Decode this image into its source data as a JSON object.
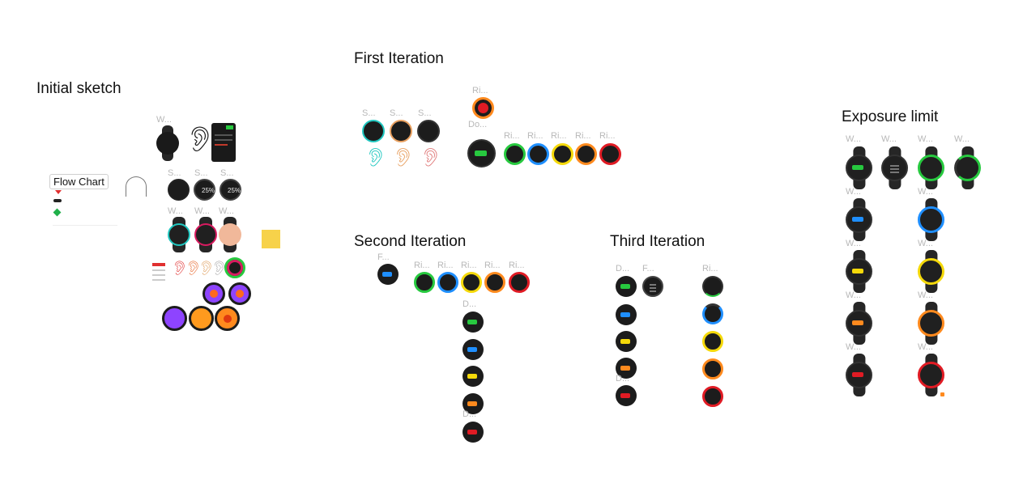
{
  "sections": {
    "initial_sketch": "Initial sketch",
    "first_iteration": "First Iteration",
    "second_iteration": "Second Iteration",
    "third_iteration": "Third Iteration",
    "exposure_limit": "Exposure limit"
  },
  "frame_labels": {
    "w": "W...",
    "s": "S...",
    "ri": "Ri...",
    "do": "Do...",
    "d": "D...",
    "f": "F..."
  },
  "flow_chart_label": "Flow Chart",
  "percent_label": "25%",
  "colors": {
    "green": "#27c93f",
    "blue": "#1f8fff",
    "yellow": "#f5d90a",
    "orange": "#ff8a1e",
    "red": "#e01b24",
    "teal": "#20c7c0",
    "purple": "#8e44ff",
    "sticky": "#f7d24a"
  }
}
